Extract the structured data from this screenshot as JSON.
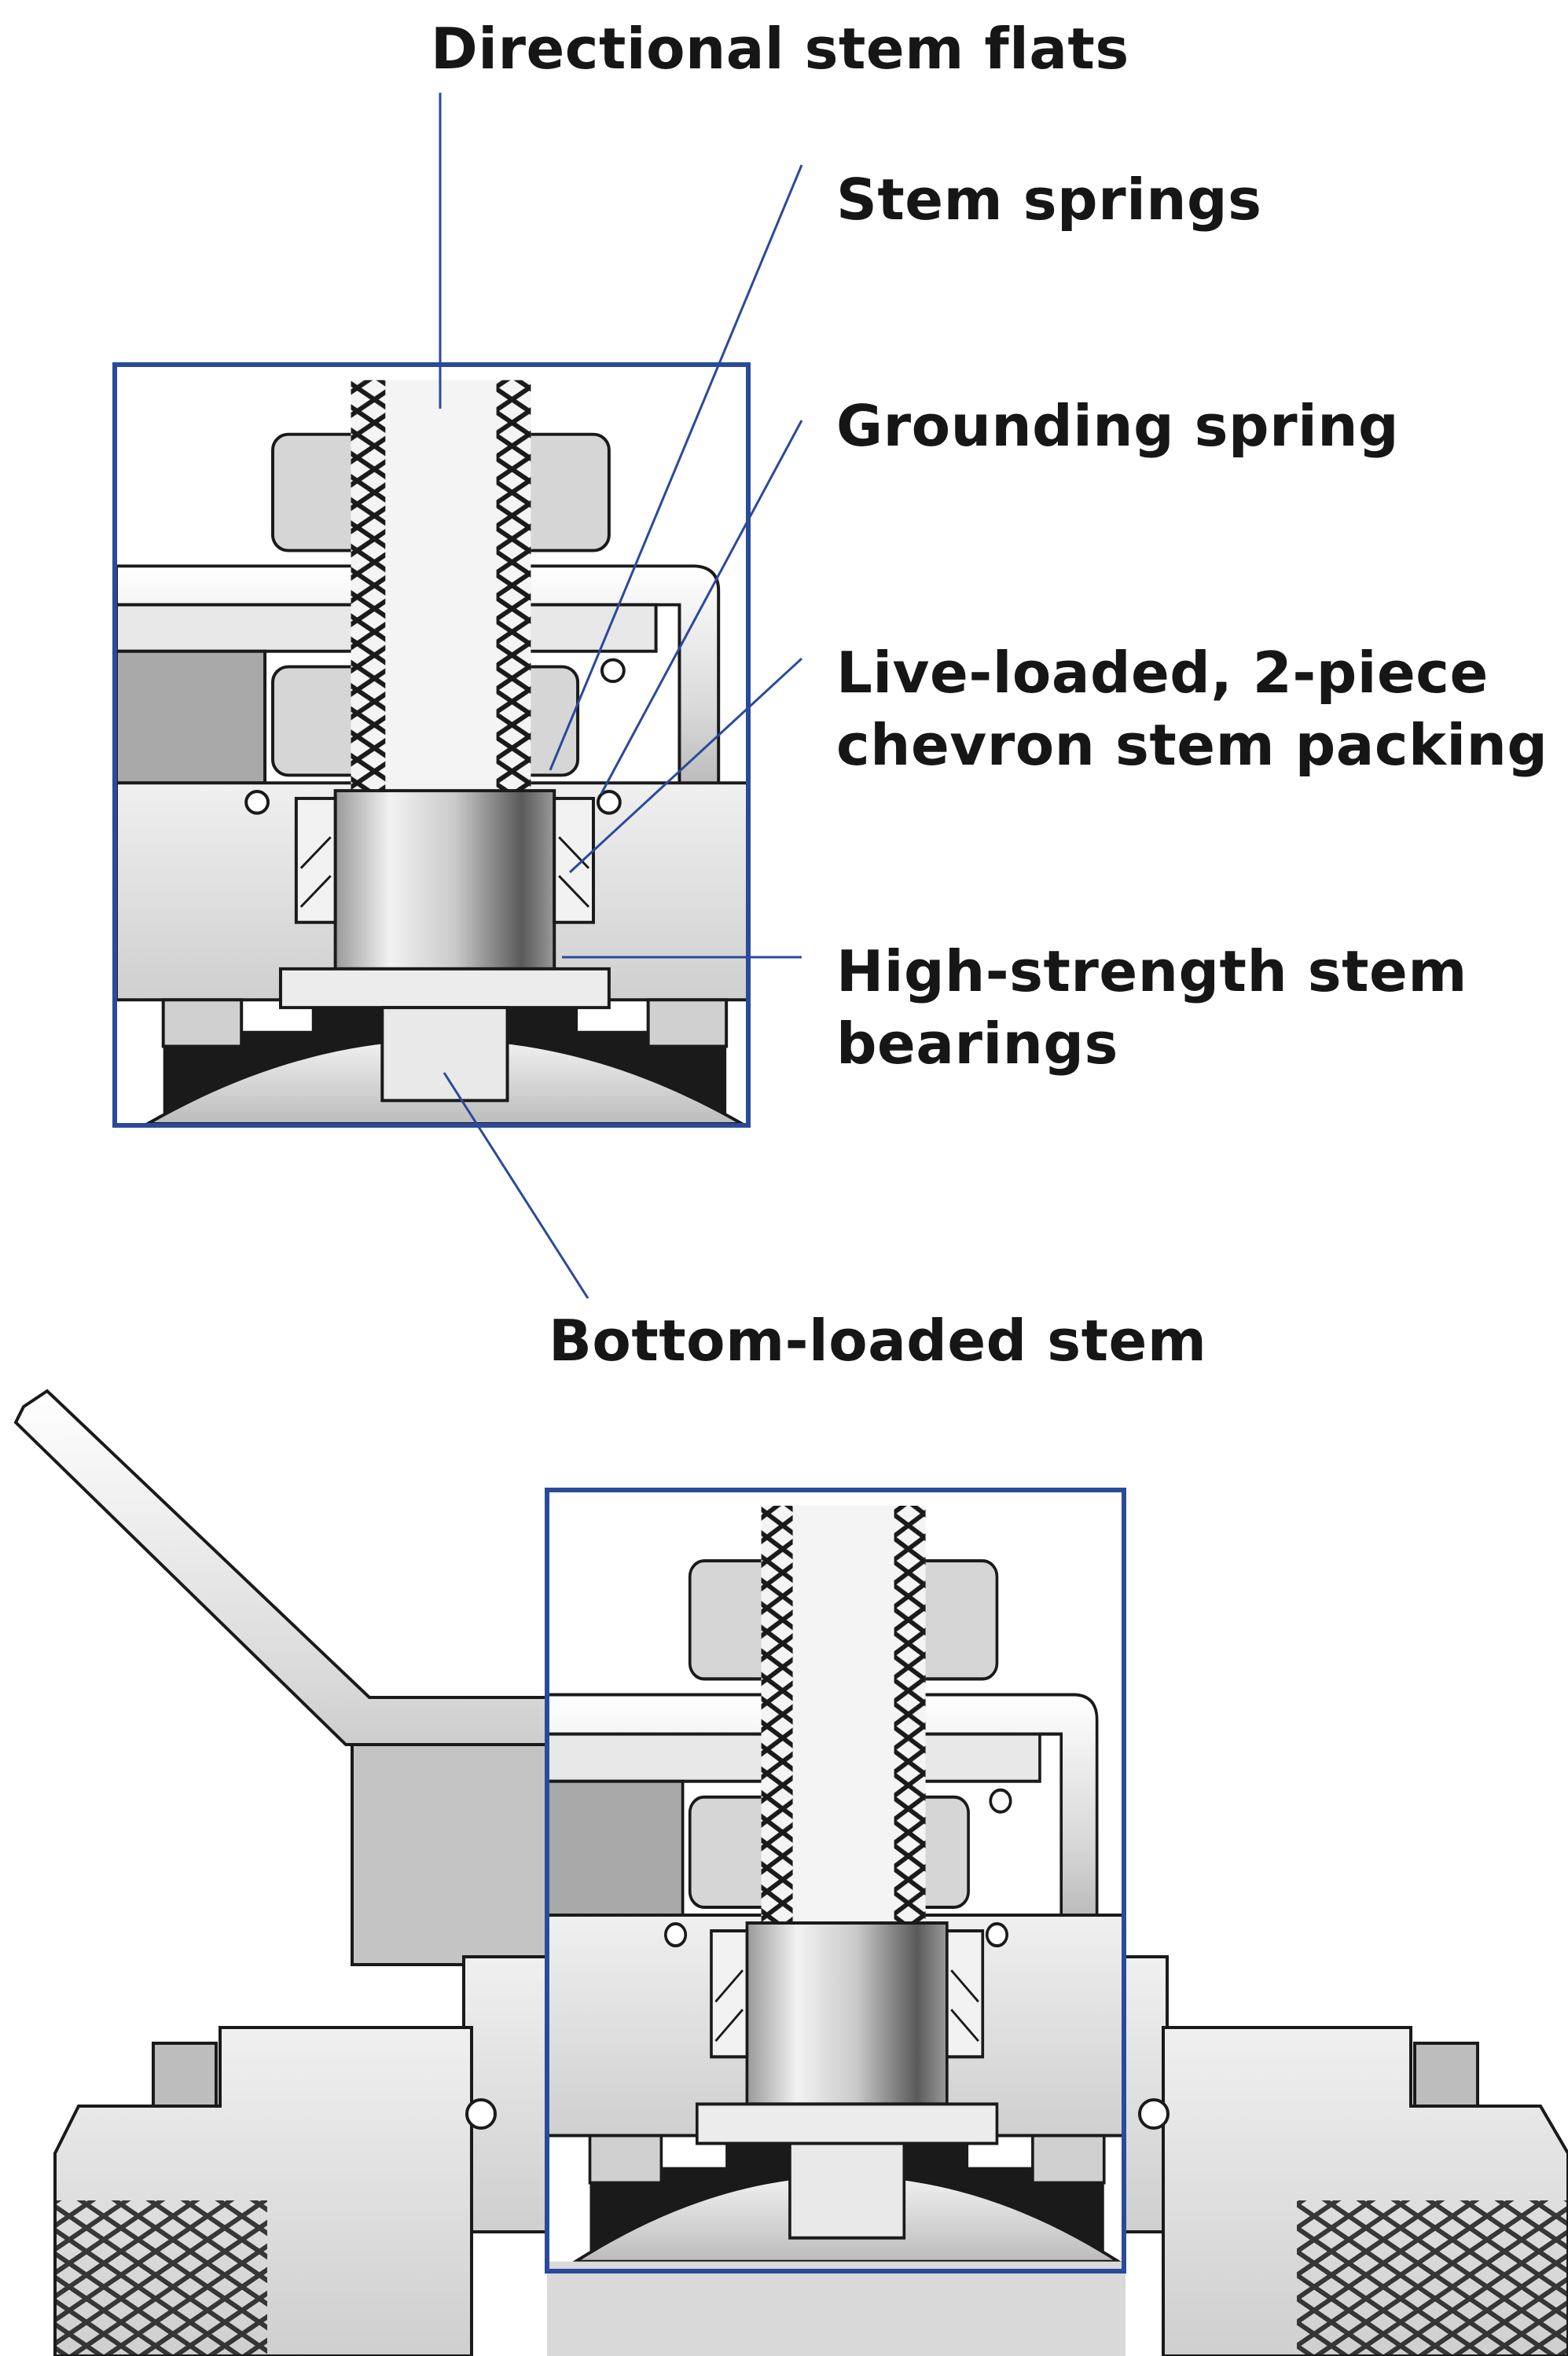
{
  "callouts": {
    "directional_stem_flats": "Directional stem flats",
    "stem_springs": "Stem springs",
    "grounding_spring": "Grounding spring",
    "stem_packing": [
      "Live-loaded, 2-piece",
      "chevron stem packing"
    ],
    "stem_bearings": [
      "High-strength stem",
      "bearings"
    ],
    "bottom_loaded_stem": "Bottom-loaded stem"
  },
  "colors": {
    "highlight_frame": "#2a4a9a",
    "leader_line": "#2a4a9a",
    "label_text": "#161616",
    "metal_light": "#e6e6e6",
    "metal_mid": "#bdbdbd",
    "metal_dark": "#1a1a1a"
  },
  "icons": {
    "zoom_view": "valve-stem-cutaway-detail",
    "full_view": "ball-valve-cross-section"
  }
}
